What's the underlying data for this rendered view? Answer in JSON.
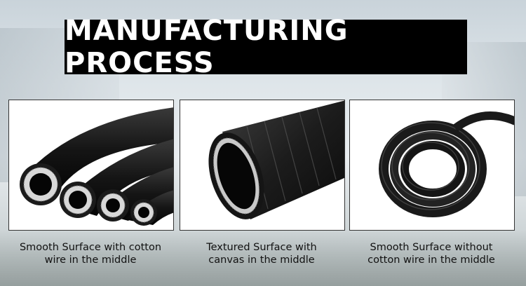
{
  "title": "MANUFACTURING PROCESS",
  "products": [
    {
      "image_icon": "hose-cotton-wire-icon",
      "caption_line1": "Smooth Surface with cotton",
      "caption_line2": "wire in the middle"
    },
    {
      "image_icon": "hose-textured-canvas-icon",
      "caption_line1": "Textured Surface with",
      "caption_line2": "canvas in the middle"
    },
    {
      "image_icon": "hose-coil-icon",
      "caption_line1": "Smooth Surface without",
      "caption_line2": "cotton wire in the middle"
    }
  ]
}
